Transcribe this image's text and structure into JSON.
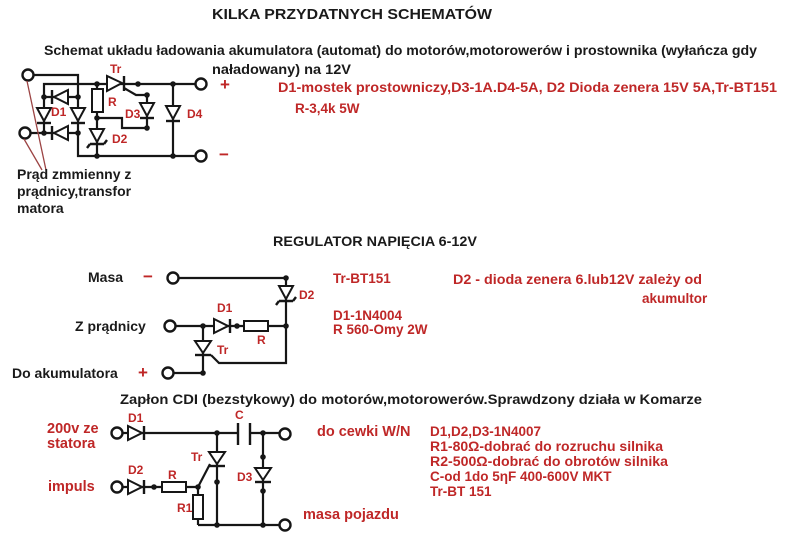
{
  "page": {
    "title": "KILKA    PRZYDATNYCH    SCHEMATÓW"
  },
  "charging": {
    "subtitle_line1": "Schemat układu ładowania akumulatora (automat)   do motorów,motorowerów i prostownika (wyłańcza gdy",
    "subtitle_line2": "naładowany) na 12V",
    "note_line1": "D1-mostek prostowniczy,D3-1A.D4-5A, D2 Dioda zenera 15V 5A,Tr-BT151",
    "note_line2": "R-3,4k 5W",
    "source_line1": "Prąd zmmienny z",
    "source_line2": "prądnicy,transfor",
    "source_line3": "matora",
    "plus": "+",
    "minus": "−",
    "labels": {
      "tr": "Tr",
      "r": "R",
      "d1": "D1",
      "d2": "D2",
      "d3": "D3",
      "d4": "D4"
    }
  },
  "regulator": {
    "title": "REGULATOR NAPIĘCIA  6-12V",
    "masa": "Masa",
    "z_pradnicy": "Z prądnicy",
    "do_akumulatora": "Do akumulatora",
    "plus": "+",
    "minus": "−",
    "labels": {
      "d1": "D1",
      "d2": "D2",
      "r": "R",
      "tr": "Tr"
    },
    "note_tr": "Tr-BT151",
    "note_d2": "D2 - dioda zenera 6.lub12V zależy od",
    "note_d2_cont": "akumultor",
    "note_d1": "D1-1N4004",
    "note_r": "R 560-Omy 2W"
  },
  "cdi": {
    "title": "Zapłon CDI (bezstykowy) do motorów,motorowerów.Sprawdzony działa w Komarze",
    "stator_line1": "200v ze",
    "stator_line2": "statora",
    "impuls": "impuls",
    "coil": "do cewki  W/N",
    "ground": "masa pojazdu",
    "labels": {
      "d1": "D1",
      "d2": "D2",
      "d3": "D3",
      "r": "R",
      "r1": "R1",
      "c": "C",
      "tr": "Tr"
    },
    "notes": [
      "D1,D2,D3-1N4007",
      "R1-80Ω-dobrać do rozruchu silnika",
      "R2-500Ω-dobrać do obrotów silnika",
      "C-od 1do 5ηF 400-600V MKT",
      "Tr-BT 151"
    ]
  }
}
